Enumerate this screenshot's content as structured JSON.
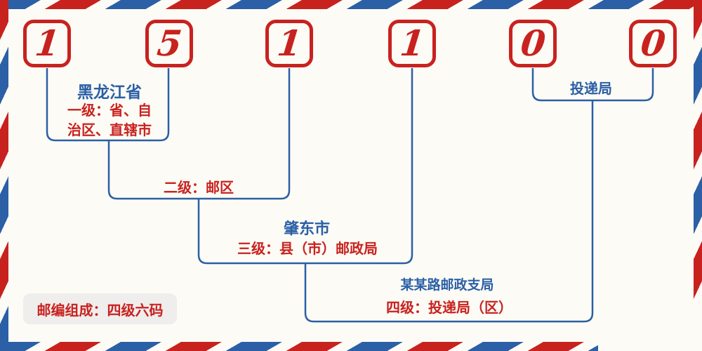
{
  "postal_code": {
    "digits": [
      "1",
      "5",
      "1",
      "1",
      "0",
      "0"
    ]
  },
  "levels": {
    "level1": {
      "name": "黑龙江省",
      "desc_line1": "一级：省、自",
      "desc_line2": "治区、直辖市"
    },
    "level2": {
      "desc": "二级：邮区"
    },
    "level3": {
      "name": "肇东市",
      "desc": "三级：县（市）邮政局"
    },
    "level4": {
      "name": "某某路邮政支局",
      "desc": "四级：投递局（区）"
    },
    "delivery": {
      "name": "投递局"
    }
  },
  "footer": {
    "label": "邮编组成：四级六码"
  },
  "colors": {
    "red": "#c8221f",
    "blue": "#2b5fa6",
    "background": "#fcfbf5",
    "footer_box_background": "#f0eded"
  }
}
